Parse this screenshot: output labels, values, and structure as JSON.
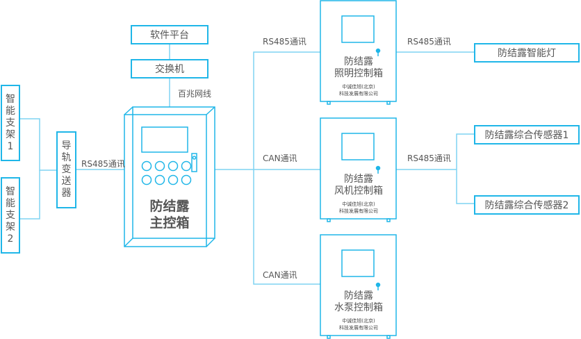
{
  "colors": {
    "line": "#7fd3f2",
    "box_border": "#1fb6e8",
    "text": "#555555"
  },
  "left_nodes": [
    {
      "id": "smart-bracket-1",
      "label": "智能支架1",
      "chars": [
        "智",
        "能",
        "支",
        "架",
        "1"
      ]
    },
    {
      "id": "smart-bracket-2",
      "label": "智能支架2",
      "chars": [
        "智",
        "能",
        "支",
        "架",
        "2"
      ]
    }
  ],
  "transmitter": {
    "label": "导轨变送器",
    "chars": [
      "导",
      "轨",
      "变",
      "送",
      "器"
    ]
  },
  "links": {
    "transmitter_to_main": "RS485通讯",
    "switch_to_main": "百兆网线",
    "main_to_lighting": "RS485通讯",
    "main_to_fan": "CAN通讯",
    "main_to_pump": "CAN通讯",
    "lighting_to_lamp": "RS485通讯",
    "fan_to_sensors": "RS485通讯"
  },
  "top_nodes": {
    "software": "软件平台",
    "switch": "交换机"
  },
  "main_box": {
    "title_line1": "防结露",
    "title_line2": "主控箱"
  },
  "control_boxes": [
    {
      "id": "lighting",
      "line1": "防结露",
      "line2": "照明控制箱",
      "company1": "中诚佳旭(北京)",
      "company2": "科技发展有限公司"
    },
    {
      "id": "fan",
      "line1": "防结露",
      "line2": "风机控制箱",
      "company1": "中诚佳旭(北京)",
      "company2": "科技发展有限公司"
    },
    {
      "id": "pump",
      "line1": "防结露",
      "line2": "水泵控制箱",
      "company1": "中诚佳旭(北京)",
      "company2": "科技发展有限公司"
    }
  ],
  "right_nodes": {
    "lamp": "防结露智能灯",
    "sensor1": "防结露综合传感器1",
    "sensor2": "防结露综合传感器2"
  }
}
